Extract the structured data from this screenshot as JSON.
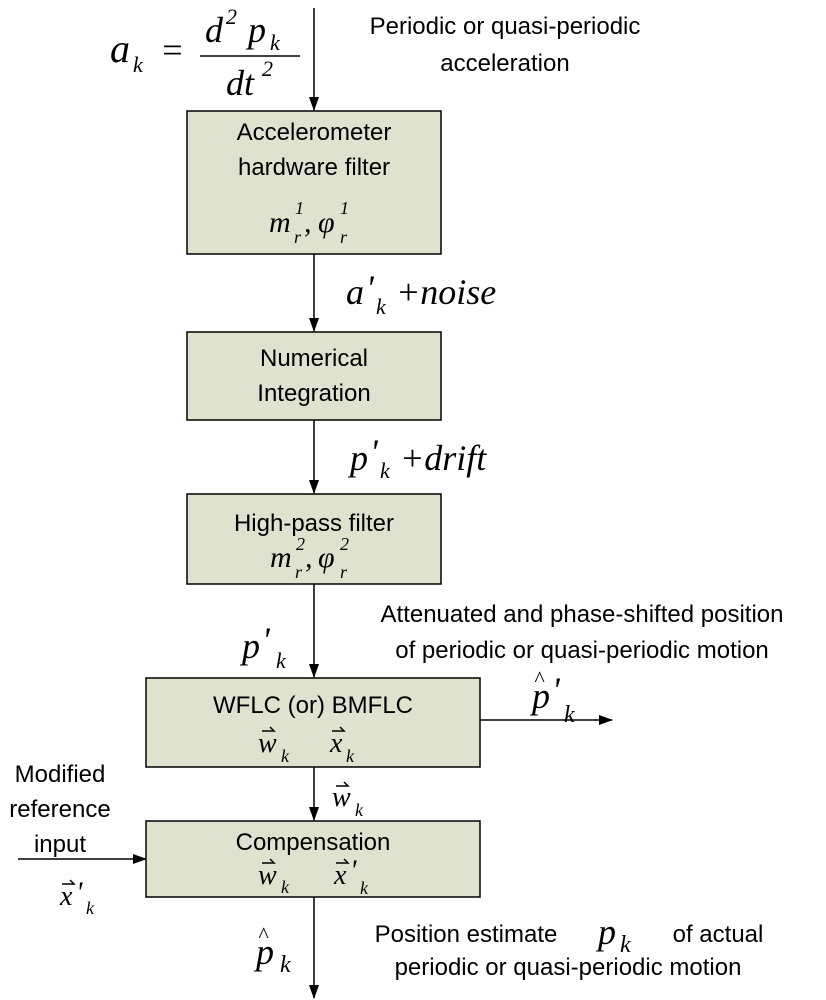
{
  "top": {
    "lhs": "a",
    "lhs_sub": "k",
    "equals": "=",
    "num_d": "d",
    "num_exp": "2",
    "num_p": "p",
    "num_sub": "k",
    "den_dt": "dt",
    "den_exp": "2",
    "label_line1": "Periodic or quasi-periodic",
    "label_line2": "acceleration"
  },
  "box1": {
    "line1": "Accelerometer",
    "line2": "hardware filter",
    "m": "m",
    "m_sup": "1",
    "m_sub": "r",
    "comma": ",",
    "phi": "φ",
    "phi_sup": "1",
    "phi_sub": "r"
  },
  "sig1": {
    "base": "a",
    "prime": "'",
    "sub": "k",
    "rest": "+noise"
  },
  "box2": {
    "line1": "Numerical",
    "line2": "Integration"
  },
  "sig2": {
    "base": "p",
    "prime": "'",
    "sub": "k",
    "rest": "+drift"
  },
  "box3": {
    "line1": "High-pass filter",
    "m": "m",
    "m_sup": "2",
    "m_sub": "r",
    "comma": ",",
    "phi": "φ",
    "phi_sup": "2",
    "phi_sub": "r"
  },
  "annot1": {
    "line1": "Attenuated and phase-shifted position",
    "line2": "of periodic or quasi-periodic motion"
  },
  "sig3": {
    "base": "p",
    "prime": "'",
    "sub": "k"
  },
  "box4": {
    "line1": "WFLC (or) BMFLC",
    "w": "w",
    "w_sub": "k",
    "x": "x",
    "x_sub": "k"
  },
  "out1": {
    "base": "p",
    "prime": "'",
    "sub": "k"
  },
  "sig4": {
    "w": "w",
    "sub": "k"
  },
  "ref": {
    "line1": "Modified",
    "line2": "reference",
    "line3": "input",
    "x": "x",
    "prime": "'",
    "sub": "k"
  },
  "box5": {
    "line1": "Compensation",
    "w": "w",
    "w_sub": "k",
    "x": "x",
    "x_prime": "'",
    "x_sub": "k"
  },
  "out2": {
    "p": "p",
    "sub": "k"
  },
  "final": {
    "line1a": "Position estimate",
    "p": "p",
    "p_sub": "k",
    "line1b": "of actual",
    "line2": "periodic or quasi-periodic motion"
  }
}
